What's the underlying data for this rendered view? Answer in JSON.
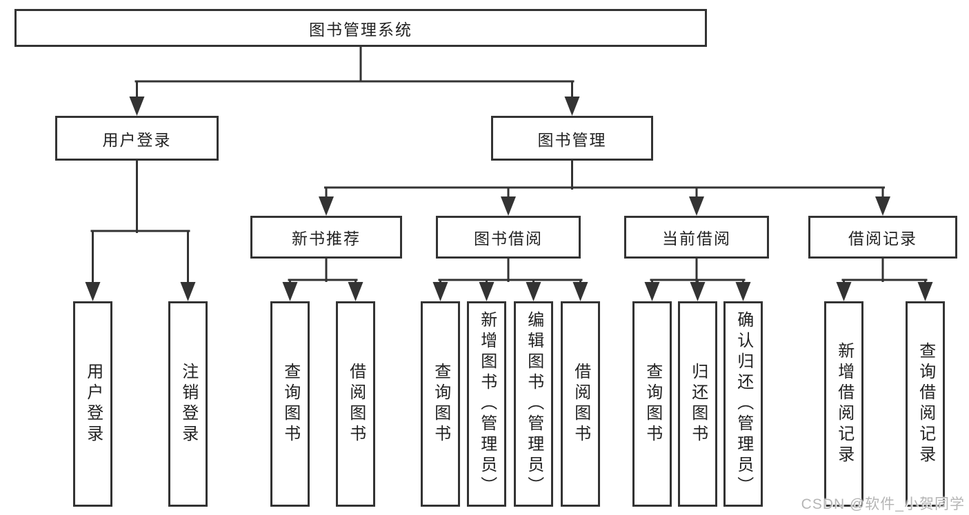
{
  "root": {
    "label": "图书管理系统"
  },
  "level2": {
    "user_login": {
      "label": "用户登录"
    },
    "book_mgmt": {
      "label": "图书管理"
    }
  },
  "level3": {
    "recommend": {
      "label": "新书推荐"
    },
    "borrow": {
      "label": "图书借阅"
    },
    "current": {
      "label": "当前借阅"
    },
    "records": {
      "label": "借阅记录"
    }
  },
  "leaves": {
    "login_user": {
      "label": "用户登录"
    },
    "login_logout": {
      "label": "注销登录"
    },
    "rec_query": {
      "label": "查询图书"
    },
    "rec_borrow": {
      "label": "借阅图书"
    },
    "bor_query": {
      "label": "查询图书"
    },
    "bor_add": {
      "label": "新增图书（管理员）"
    },
    "bor_edit": {
      "label": "编辑图书（管理员）"
    },
    "bor_borrow": {
      "label": "借阅图书"
    },
    "cur_query": {
      "label": "查询图书"
    },
    "cur_return": {
      "label": "归还图书"
    },
    "cur_confirm": {
      "label": "确认归还（管理员）"
    },
    "log_add": {
      "label": "新增借阅记录"
    },
    "log_query": {
      "label": "查询借阅记录"
    }
  },
  "watermark": {
    "text": "CSDN @软件_小贺同学"
  },
  "colors": {
    "line": "#333333",
    "text": "#222222",
    "background": "#ffffff",
    "watermark": "#b5b5b5"
  }
}
